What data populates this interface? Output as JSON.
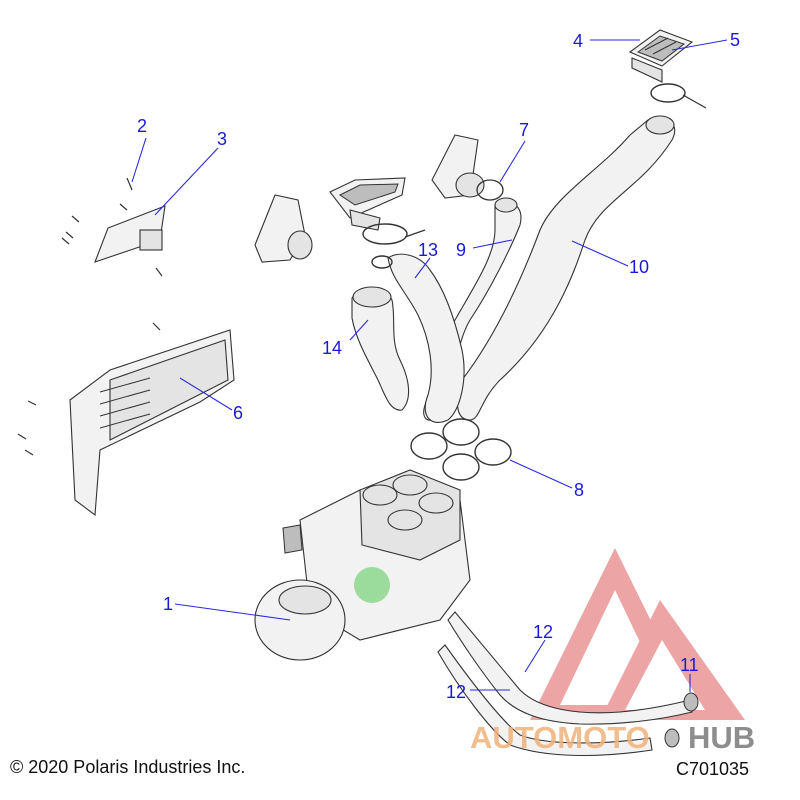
{
  "callouts": {
    "c1": "1",
    "c2": "2",
    "c3": "3",
    "c4": "4",
    "c5": "5",
    "c6": "6",
    "c7": "7",
    "c8": "8",
    "c9": "9",
    "c10": "10",
    "c11": "11",
    "c12a": "12",
    "c12b": "12",
    "c13": "13",
    "c14": "14"
  },
  "watermark": {
    "text_a": "AUTOMOTO",
    "text_b": "HUB",
    "color_a": "#f0b27a",
    "color_b": "#7a7a7a",
    "logo_color": "#e05a5a"
  },
  "footer": {
    "copyright": "© 2020 Polaris Industries Inc.",
    "diagram_id": "C701035"
  },
  "colors": {
    "callout": "#1a1ad6",
    "highlight": "#7ed37e"
  }
}
